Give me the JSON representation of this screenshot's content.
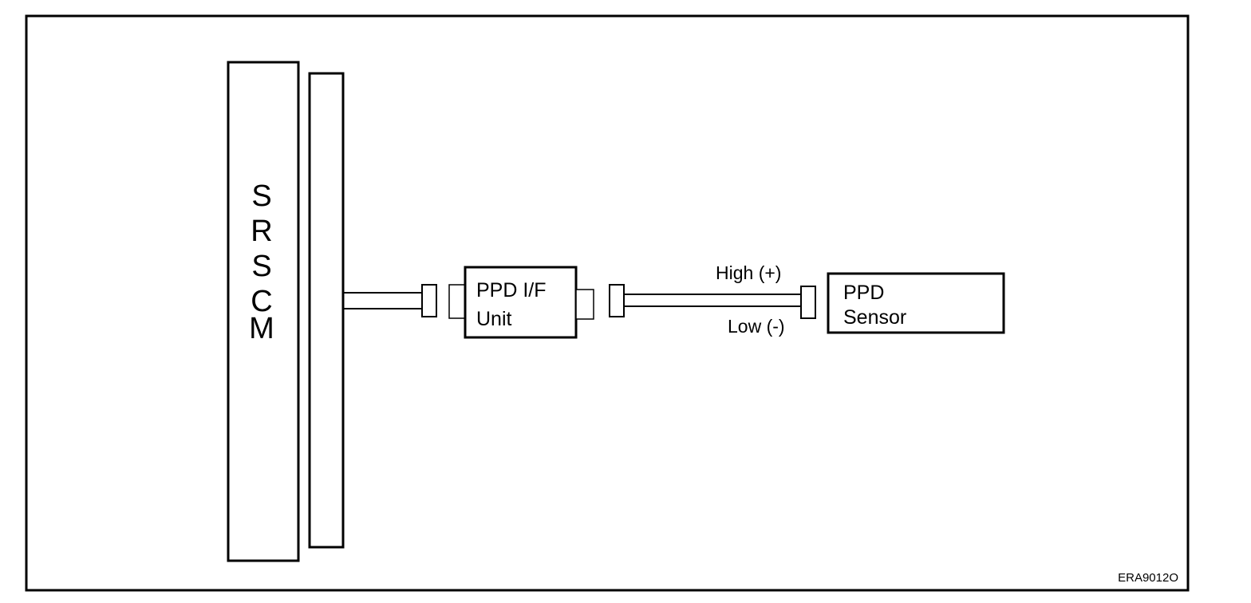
{
  "diagram": {
    "module_label_letters": [
      "S",
      "R",
      "S",
      "C",
      "M"
    ],
    "interface_unit": {
      "line1": "PPD I/F",
      "line2": "Unit"
    },
    "sensor": {
      "line1": "PPD",
      "line2": "Sensor"
    },
    "wire_labels": {
      "high": "High (+)",
      "low": "Low (-)"
    },
    "figure_code": "ERA9012O"
  }
}
